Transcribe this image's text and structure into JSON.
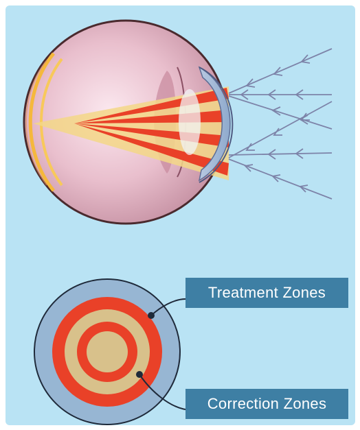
{
  "labels": {
    "treatment": "Treatment Zones",
    "correction": "Correction Zones"
  },
  "colors": {
    "background": "#b9e3f4",
    "label_box": "#3e7fa4",
    "zone_red": "#e94128",
    "zone_tan": "#d8c18b",
    "lens_blue": "#97b6d3",
    "sclera": "#e4b5c4",
    "eye_outline": "#4a2a2e",
    "ray": "#7d83a8"
  },
  "icons": {
    "eye": "eye-cross-section",
    "lens": "ortho-k-lens-diagram"
  }
}
